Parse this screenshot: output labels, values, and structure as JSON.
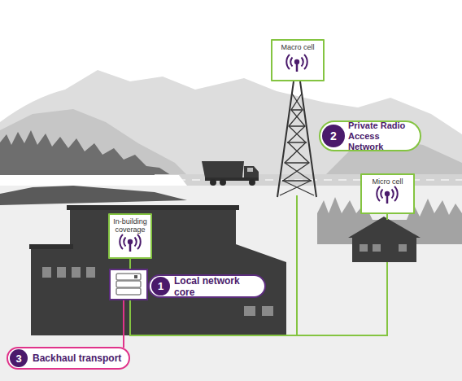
{
  "diagram": {
    "nodes": [
      {
        "text": [
          "Macro cell"
        ]
      },
      {
        "text": [
          "Private Radio Access Network"
        ]
      },
      {
        "text": [
          "2"
        ],
        "in": 1
      },
      {
        "text": [
          "Micro cell"
        ]
      },
      {
        "text": [
          "In-building coverage"
        ]
      },
      {
        "text": [
          "Local network core"
        ]
      },
      {
        "text": [
          "1"
        ],
        "in": 5
      },
      {
        "text": [
          "Backhaul transport"
        ]
      },
      {
        "text": [
          "3"
        ],
        "in": 7
      }
    ]
  }
}
